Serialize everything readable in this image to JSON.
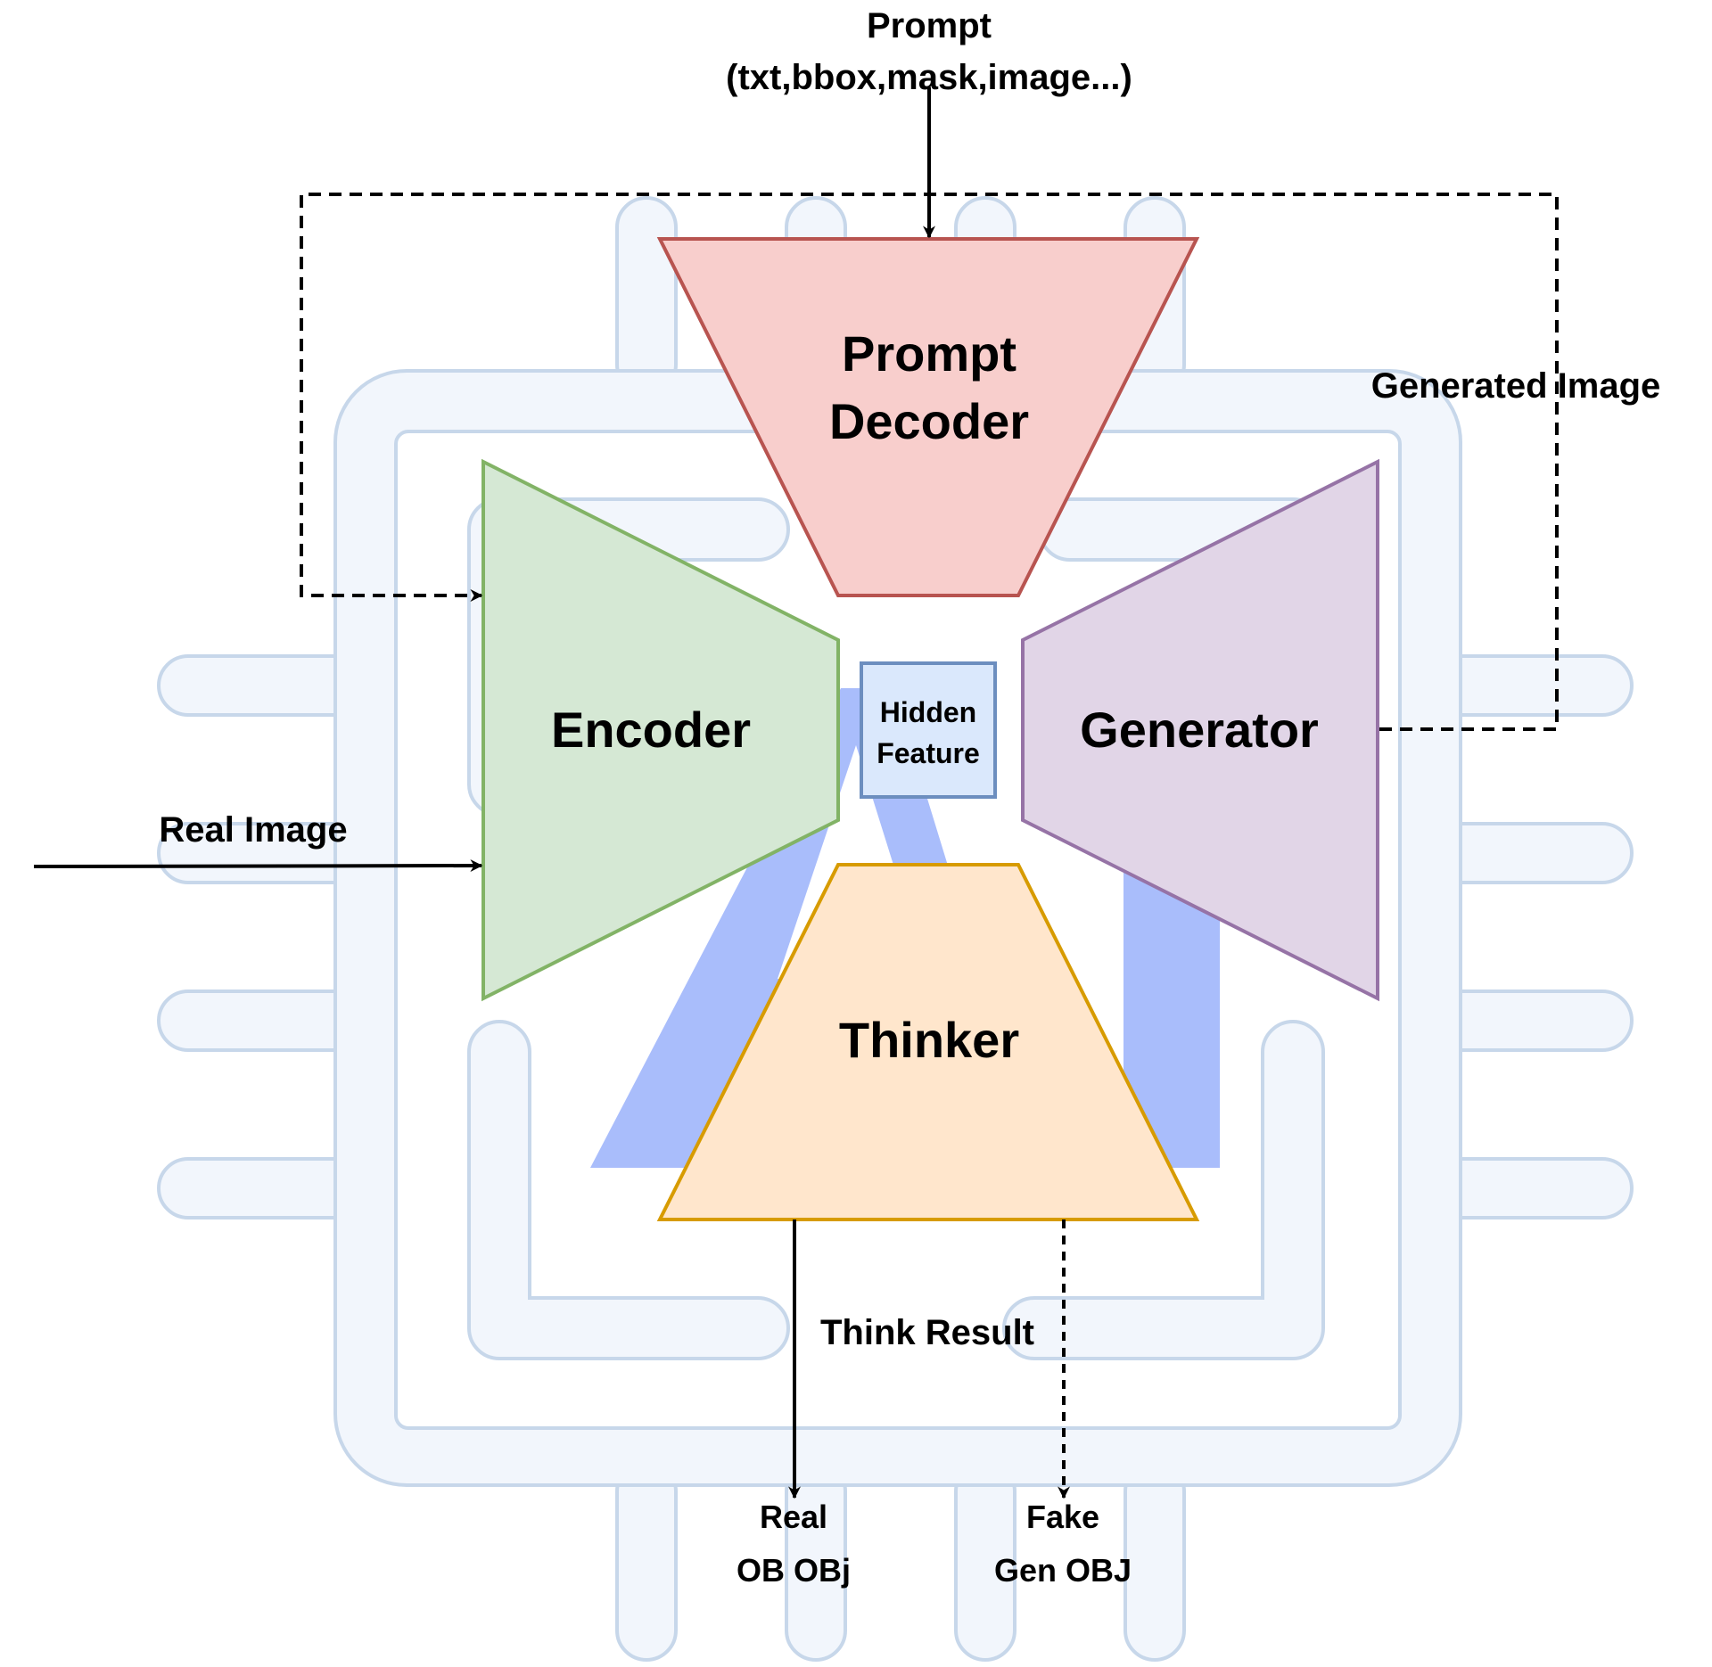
{
  "prompt_input": {
    "line1": "Prompt",
    "line2": "(txt,bbox,mask,image...)"
  },
  "blocks": {
    "prompt_decoder": {
      "line1": "Prompt",
      "line2": "Decoder"
    },
    "encoder": {
      "label": "Encoder"
    },
    "generator": {
      "label": "Generator"
    },
    "thinker": {
      "label": "Thinker"
    },
    "hidden_feature": {
      "line1": "Hidden",
      "line2": "Feature"
    }
  },
  "edges": {
    "real_image": "Real Image",
    "generated_image": "Generated Image",
    "think_result": "Think Result"
  },
  "outputs": {
    "real": {
      "line1": "Real",
      "line2": "OB OBj",
      "color": "#2d6a0a"
    },
    "fake": {
      "line1": "Fake",
      "line2": "Gen OBJ",
      "color": "#8b0000"
    }
  },
  "colors": {
    "prompt_decoder_fill": "#f8cecc",
    "prompt_decoder_stroke": "#b85450",
    "encoder_fill": "#d5e8d4",
    "encoder_stroke": "#82b366",
    "generator_fill": "#e1d5e7",
    "generator_stroke": "#9673a6",
    "thinker_fill": "#ffe6cc",
    "thinker_stroke": "#d79b00",
    "hidden_fill": "#dae8fc",
    "hidden_stroke": "#6c8ebf",
    "chip_fill": "#f2f6fc",
    "chip_stroke": "#c7d7ea",
    "ai_letters": "#a9bdfb"
  },
  "background_icon": "ai-chip-icon"
}
